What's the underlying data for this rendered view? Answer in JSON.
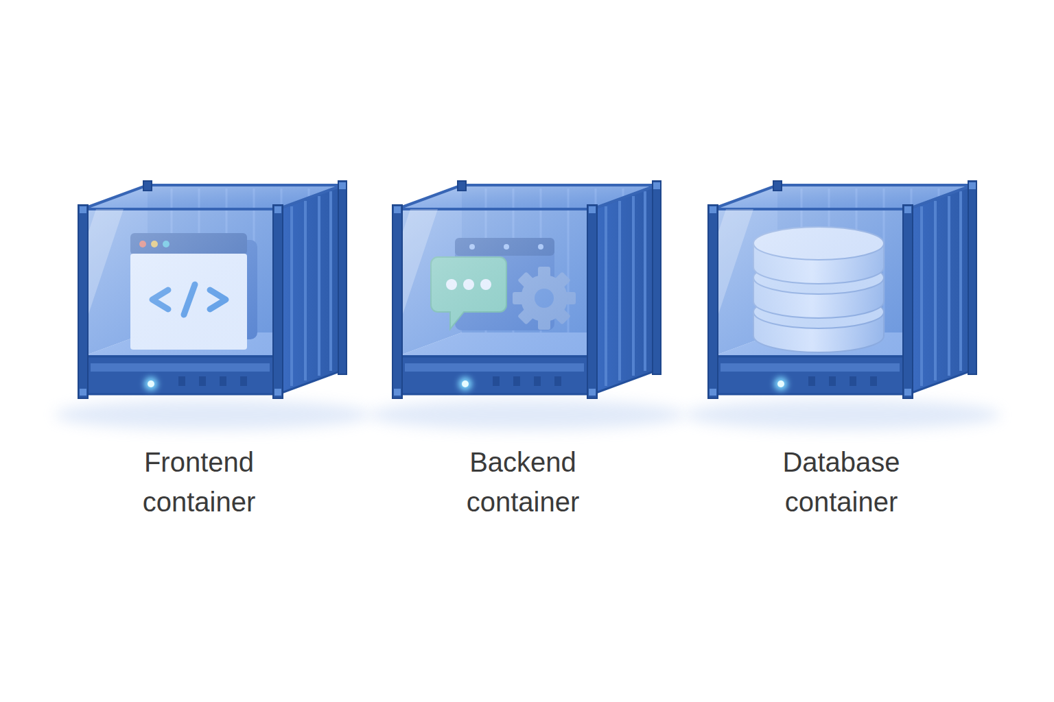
{
  "diagram": {
    "nodes": [
      {
        "text": [
          "Frontend container"
        ]
      },
      {
        "text": [
          "Backend container"
        ]
      },
      {
        "text": [
          "Database container"
        ]
      }
    ]
  }
}
